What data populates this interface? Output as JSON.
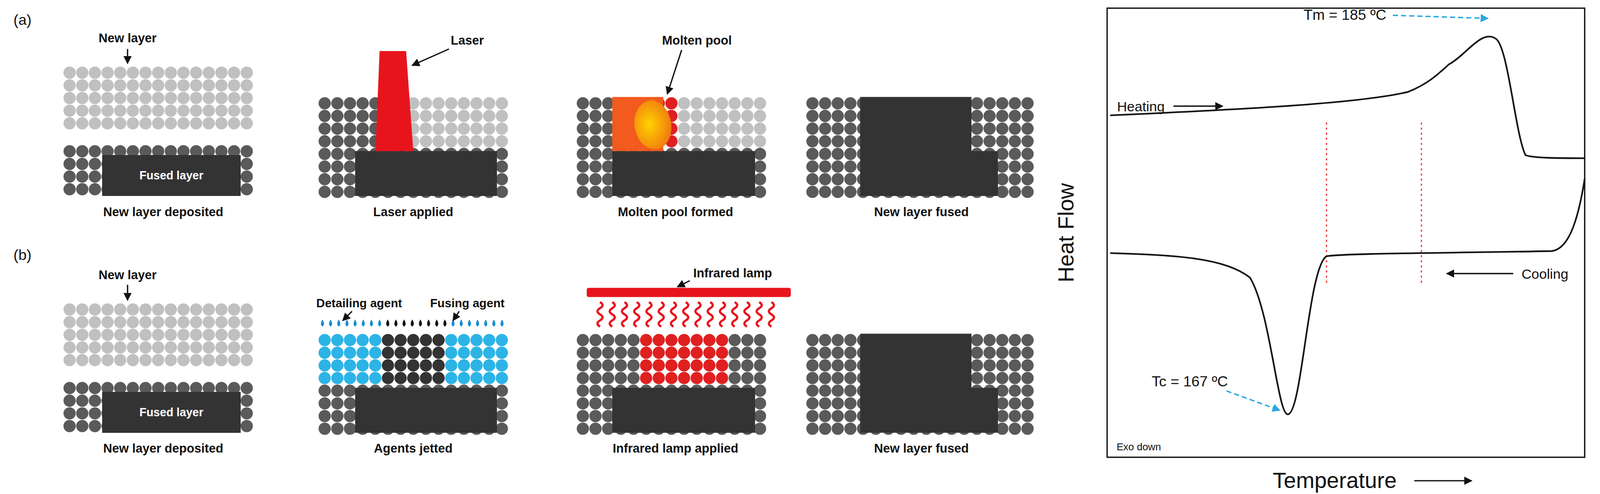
{
  "diagram": {
    "nodes": [
      {
        "text": [
          "Fused layer"
        ]
      },
      {
        "text": [
          "Fused layer"
        ]
      }
    ],
    "labels": [
      "(a)",
      "New layer",
      "Laser",
      "Molten pool",
      "New layer deposited",
      "Laser applied",
      "Molten pool formed",
      "New layer fused",
      "(b)",
      "New layer",
      "Detailing agent",
      "Fusing agent",
      "Infrared lamp",
      "New layer deposited",
      "Agents jetted",
      "Infrared lamp applied",
      "New layer fused",
      "Tm = 185 ºC",
      "Heating",
      "Cooling",
      "Tc = 167 ºC",
      "Exo down",
      "Heat Flow",
      "Temperature"
    ]
  }
}
